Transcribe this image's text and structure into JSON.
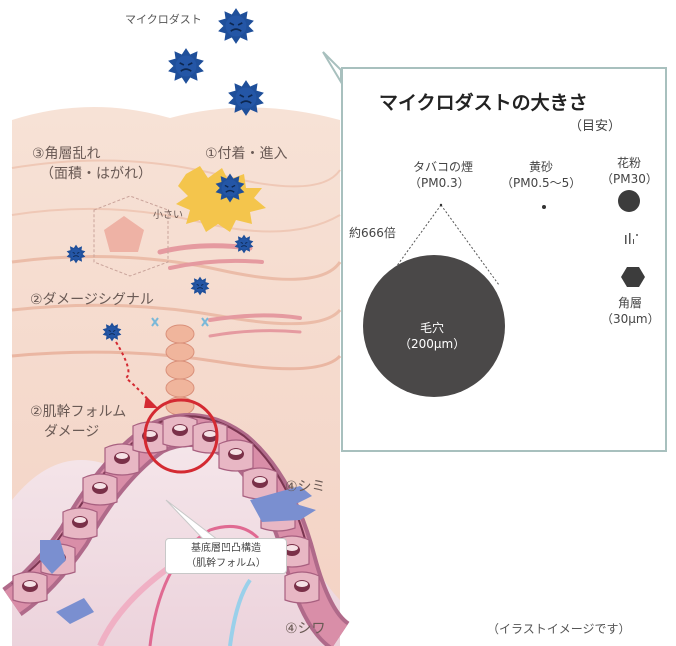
{
  "illustration": {
    "micro_dust_label": "マイクロダスト",
    "corneum_disorder_line1": "③角層乱れ",
    "corneum_disorder_line2": "（面積・はがれ）",
    "attach_enter": "①付着・進入",
    "small": "小さい",
    "damage_signal": "②ダメージシグナル",
    "skin_trunk_damage_line1": "②肌幹フォルム",
    "skin_trunk_damage_line2": "ダメージ",
    "spots": "④シミ",
    "basal_structure_line1": "基底層凹凸構造",
    "basal_structure_line2": "（肌幹フォルム）",
    "wrinkles": "④シワ"
  },
  "size_panel": {
    "title": "マイクロダストの大きさ",
    "subtitle": "（目安）",
    "tobacco_line1": "タバコの煙",
    "tobacco_line2": "（PM0.3）",
    "yellow_sand_line1": "黄砂",
    "yellow_sand_line2": "（PM0.5〜5）",
    "pollen_line1": "花粉",
    "pollen_line2": "（PM30）",
    "ratio": "約666倍",
    "pore_line1": "毛穴",
    "pore_line2": "（200μm）",
    "corneum_line1": "角層",
    "corneum_line2": "（30μm）"
  },
  "footnote": "（イラストイメージです）",
  "colors": {
    "dust": "#1f4f9a",
    "panel_border": "#a8c0be",
    "pore": "#4a4848",
    "highlight_circle": "#d42a32",
    "skin_light": "#f6dccf",
    "basal_layer": "#b06a8a"
  }
}
